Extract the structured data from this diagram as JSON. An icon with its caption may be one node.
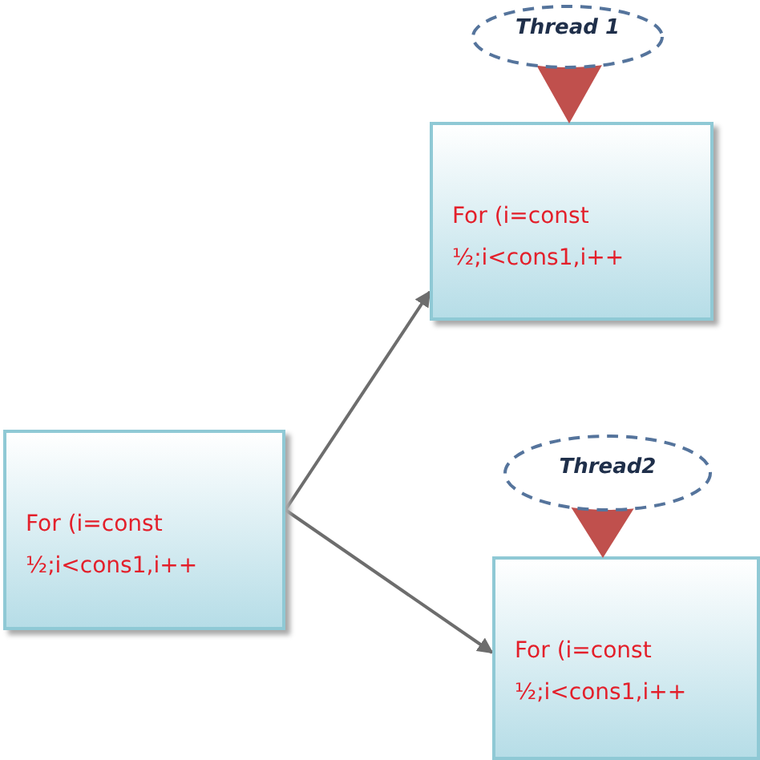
{
  "diagram": {
    "nodes": [
      {
        "text": [
          "Thread 1"
        ]
      },
      {
        "text": [
          "For (i=const ½;i<cons1,i++"
        ]
      },
      {
        "text": [
          "Thread2"
        ]
      },
      {
        "text": [
          "For (i=const ½;i<cons1,i++"
        ]
      },
      {
        "text": [
          "For (i=const ½;i<cons1,i++"
        ]
      }
    ],
    "edges": [
      {
        "from": 0,
        "to": 1,
        "arrow": "to",
        "style": "thick",
        "color": "#c0504d"
      },
      {
        "from": 2,
        "to": 4,
        "arrow": "to",
        "style": "thick",
        "color": "#c0504d"
      },
      {
        "from": 3,
        "to": 1,
        "arrow": "to"
      },
      {
        "from": 3,
        "to": 4,
        "arrow": "to"
      }
    ]
  }
}
